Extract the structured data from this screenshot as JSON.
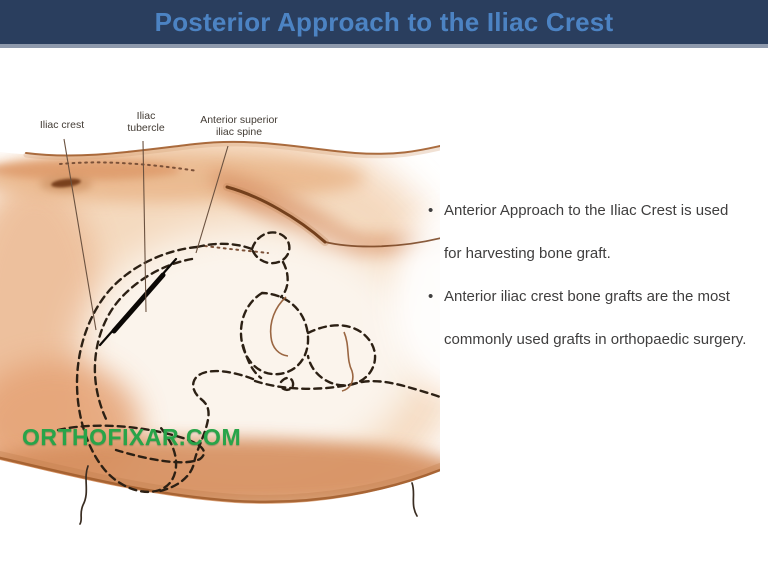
{
  "title": "Posterior Approach to the Iliac Crest",
  "figure": {
    "labels": {
      "iliac_crest": "Iliac crest",
      "iliac_tubercle_l1": "Iliac",
      "iliac_tubercle_l2": "tubercle",
      "asis_l1": "Anterior superior",
      "asis_l2": "iliac spine"
    },
    "watermark": "ORTHOFIXAR.COM"
  },
  "content": {
    "bullet_glyph": "•",
    "bullets": [
      {
        "text": "Anterior Approach to the Iliac Crest is used for harvesting bone graft."
      },
      {
        "text": "Anterior iliac crest bone grafts are the most commonly used grafts in orthopaedic surgery."
      }
    ]
  },
  "colors": {
    "title_bar_bg": "#2a3e5e",
    "title_text": "#4c83c3",
    "title_underline": "#8e99ac",
    "body_text": "#3f3e3e",
    "watermark_green": "#28a449",
    "skin_base": "#f4d7bb",
    "skin_deep": "#d68f5e",
    "contour_brown": "#a25e2d",
    "dash_outline": "#2c2014",
    "incision_black": "#0b0805"
  }
}
